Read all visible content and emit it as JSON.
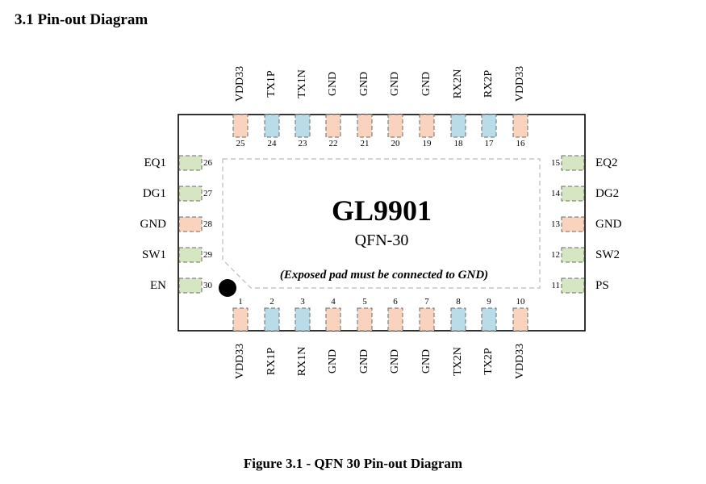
{
  "section_title": "3.1 Pin-out Diagram",
  "chip": {
    "name": "GL9901",
    "package": "QFN-30",
    "note": "(Exposed pad must be connected to GND)"
  },
  "caption": "Figure 3.1 - QFN 30 Pin-out Diagram",
  "colors": {
    "power_gnd": "#f9d3bd",
    "signal": "#b9dce8",
    "control": "#d6e6c2",
    "outline": "#000000"
  },
  "pins": {
    "top": [
      {
        "num": "25",
        "name": "VDD33",
        "kind": "power_gnd"
      },
      {
        "num": "24",
        "name": "TX1P",
        "kind": "signal"
      },
      {
        "num": "23",
        "name": "TX1N",
        "kind": "signal"
      },
      {
        "num": "22",
        "name": "GND",
        "kind": "power_gnd"
      },
      {
        "num": "21",
        "name": "GND",
        "kind": "power_gnd"
      },
      {
        "num": "20",
        "name": "GND",
        "kind": "power_gnd"
      },
      {
        "num": "19",
        "name": "GND",
        "kind": "power_gnd"
      },
      {
        "num": "18",
        "name": "RX2N",
        "kind": "signal"
      },
      {
        "num": "17",
        "name": "RX2P",
        "kind": "signal"
      },
      {
        "num": "16",
        "name": "VDD33",
        "kind": "power_gnd"
      }
    ],
    "bottom": [
      {
        "num": "1",
        "name": "VDD33",
        "kind": "power_gnd"
      },
      {
        "num": "2",
        "name": "RX1P",
        "kind": "signal"
      },
      {
        "num": "3",
        "name": "RX1N",
        "kind": "signal"
      },
      {
        "num": "4",
        "name": "GND",
        "kind": "power_gnd"
      },
      {
        "num": "5",
        "name": "GND",
        "kind": "power_gnd"
      },
      {
        "num": "6",
        "name": "GND",
        "kind": "power_gnd"
      },
      {
        "num": "7",
        "name": "GND",
        "kind": "power_gnd"
      },
      {
        "num": "8",
        "name": "TX2N",
        "kind": "signal"
      },
      {
        "num": "9",
        "name": "TX2P",
        "kind": "signal"
      },
      {
        "num": "10",
        "name": "VDD33",
        "kind": "power_gnd"
      }
    ],
    "left": [
      {
        "num": "26",
        "name": "EQ1",
        "kind": "control"
      },
      {
        "num": "27",
        "name": "DG1",
        "kind": "control"
      },
      {
        "num": "28",
        "name": "GND",
        "kind": "power_gnd"
      },
      {
        "num": "29",
        "name": "SW1",
        "kind": "control"
      },
      {
        "num": "30",
        "name": "EN",
        "kind": "control"
      }
    ],
    "right": [
      {
        "num": "15",
        "name": "EQ2",
        "kind": "control"
      },
      {
        "num": "14",
        "name": "DG2",
        "kind": "control"
      },
      {
        "num": "13",
        "name": "GND",
        "kind": "power_gnd"
      },
      {
        "num": "12",
        "name": "SW2",
        "kind": "control"
      },
      {
        "num": "11",
        "name": "PS",
        "kind": "control"
      }
    ]
  }
}
